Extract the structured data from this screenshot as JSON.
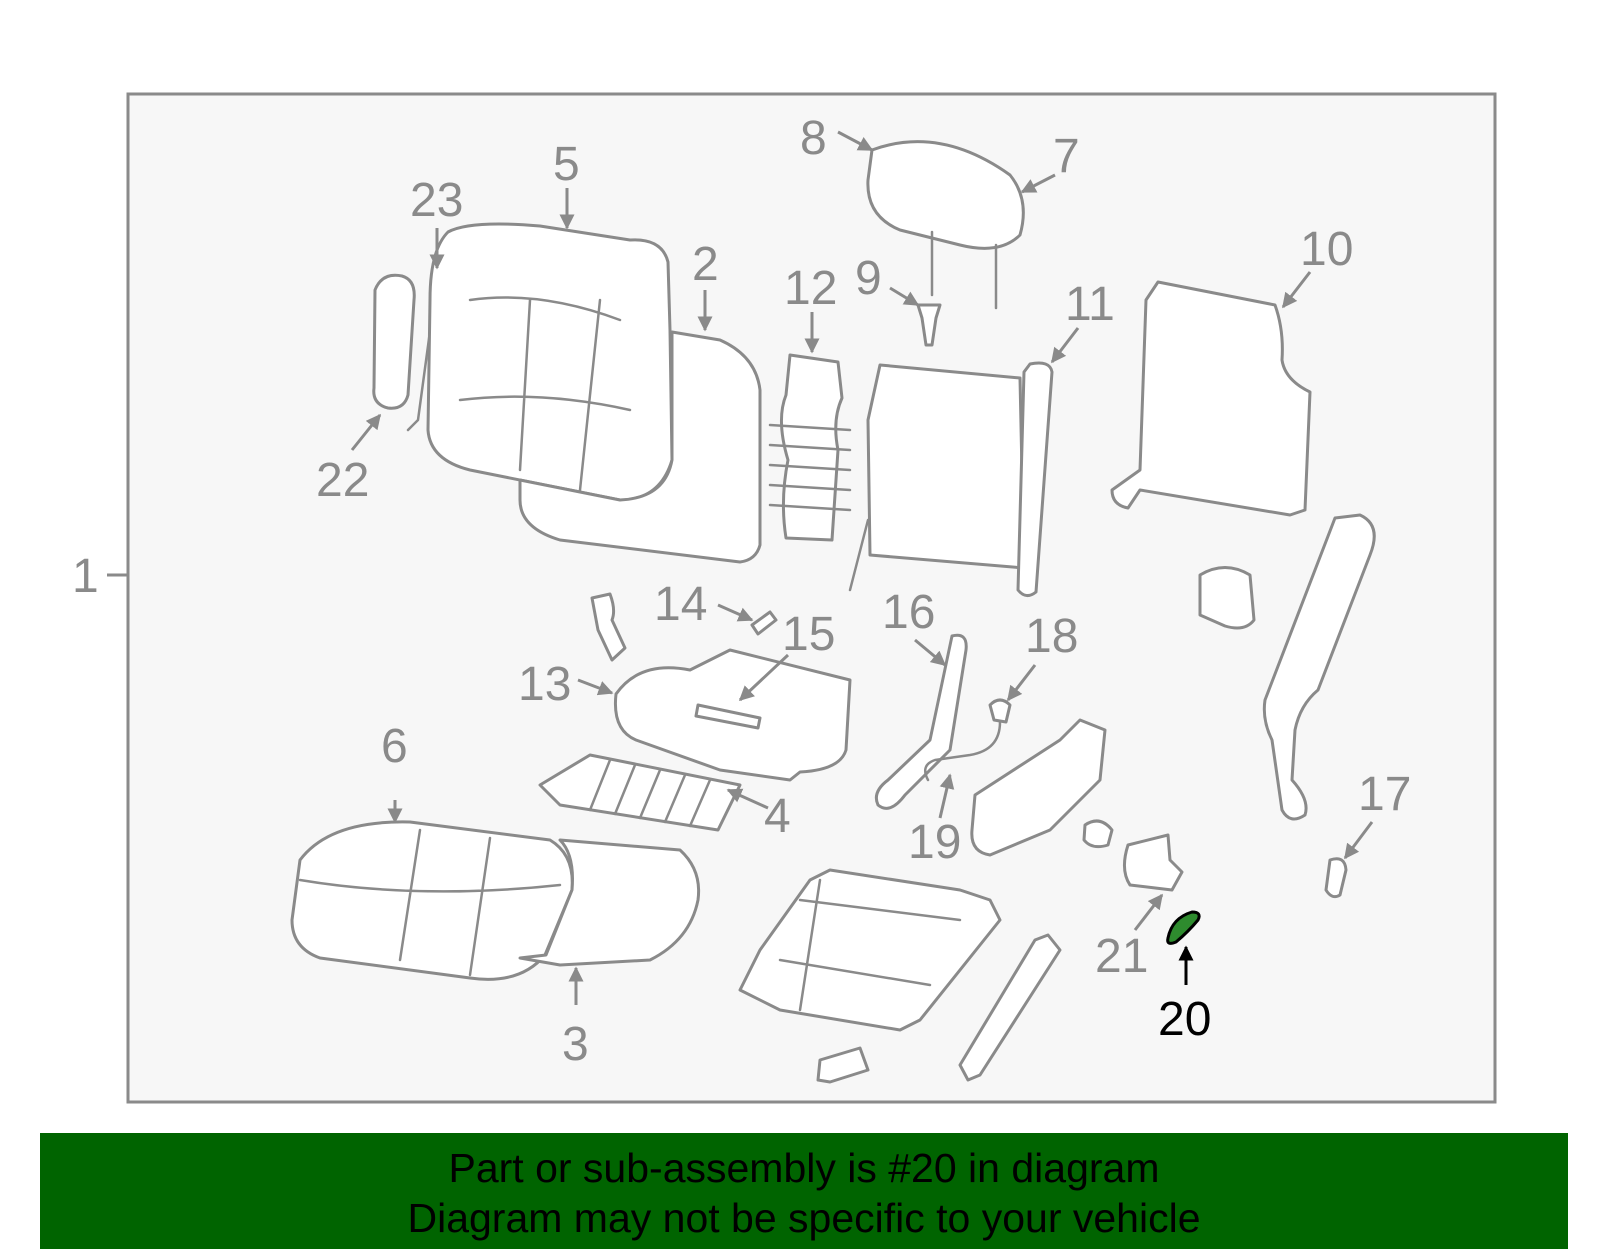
{
  "diagram": {
    "labels": [
      "1",
      "2",
      "3",
      "4",
      "5",
      "6",
      "7",
      "8",
      "9",
      "10",
      "11",
      "12",
      "13",
      "14",
      "15",
      "16",
      "17",
      "18",
      "19",
      "20",
      "21",
      "22",
      "23"
    ],
    "highlighted_label": "20",
    "colors": {
      "frame_bg": "#f7f7f7",
      "line": "#8a8a8a",
      "highlight_part": "#2e8b2e",
      "highlight_label": "#000000"
    }
  },
  "banner": {
    "line1": "Part or sub-assembly is #20 in diagram",
    "line2": "Diagram may not be specific to your vehicle",
    "background": "#006400"
  }
}
